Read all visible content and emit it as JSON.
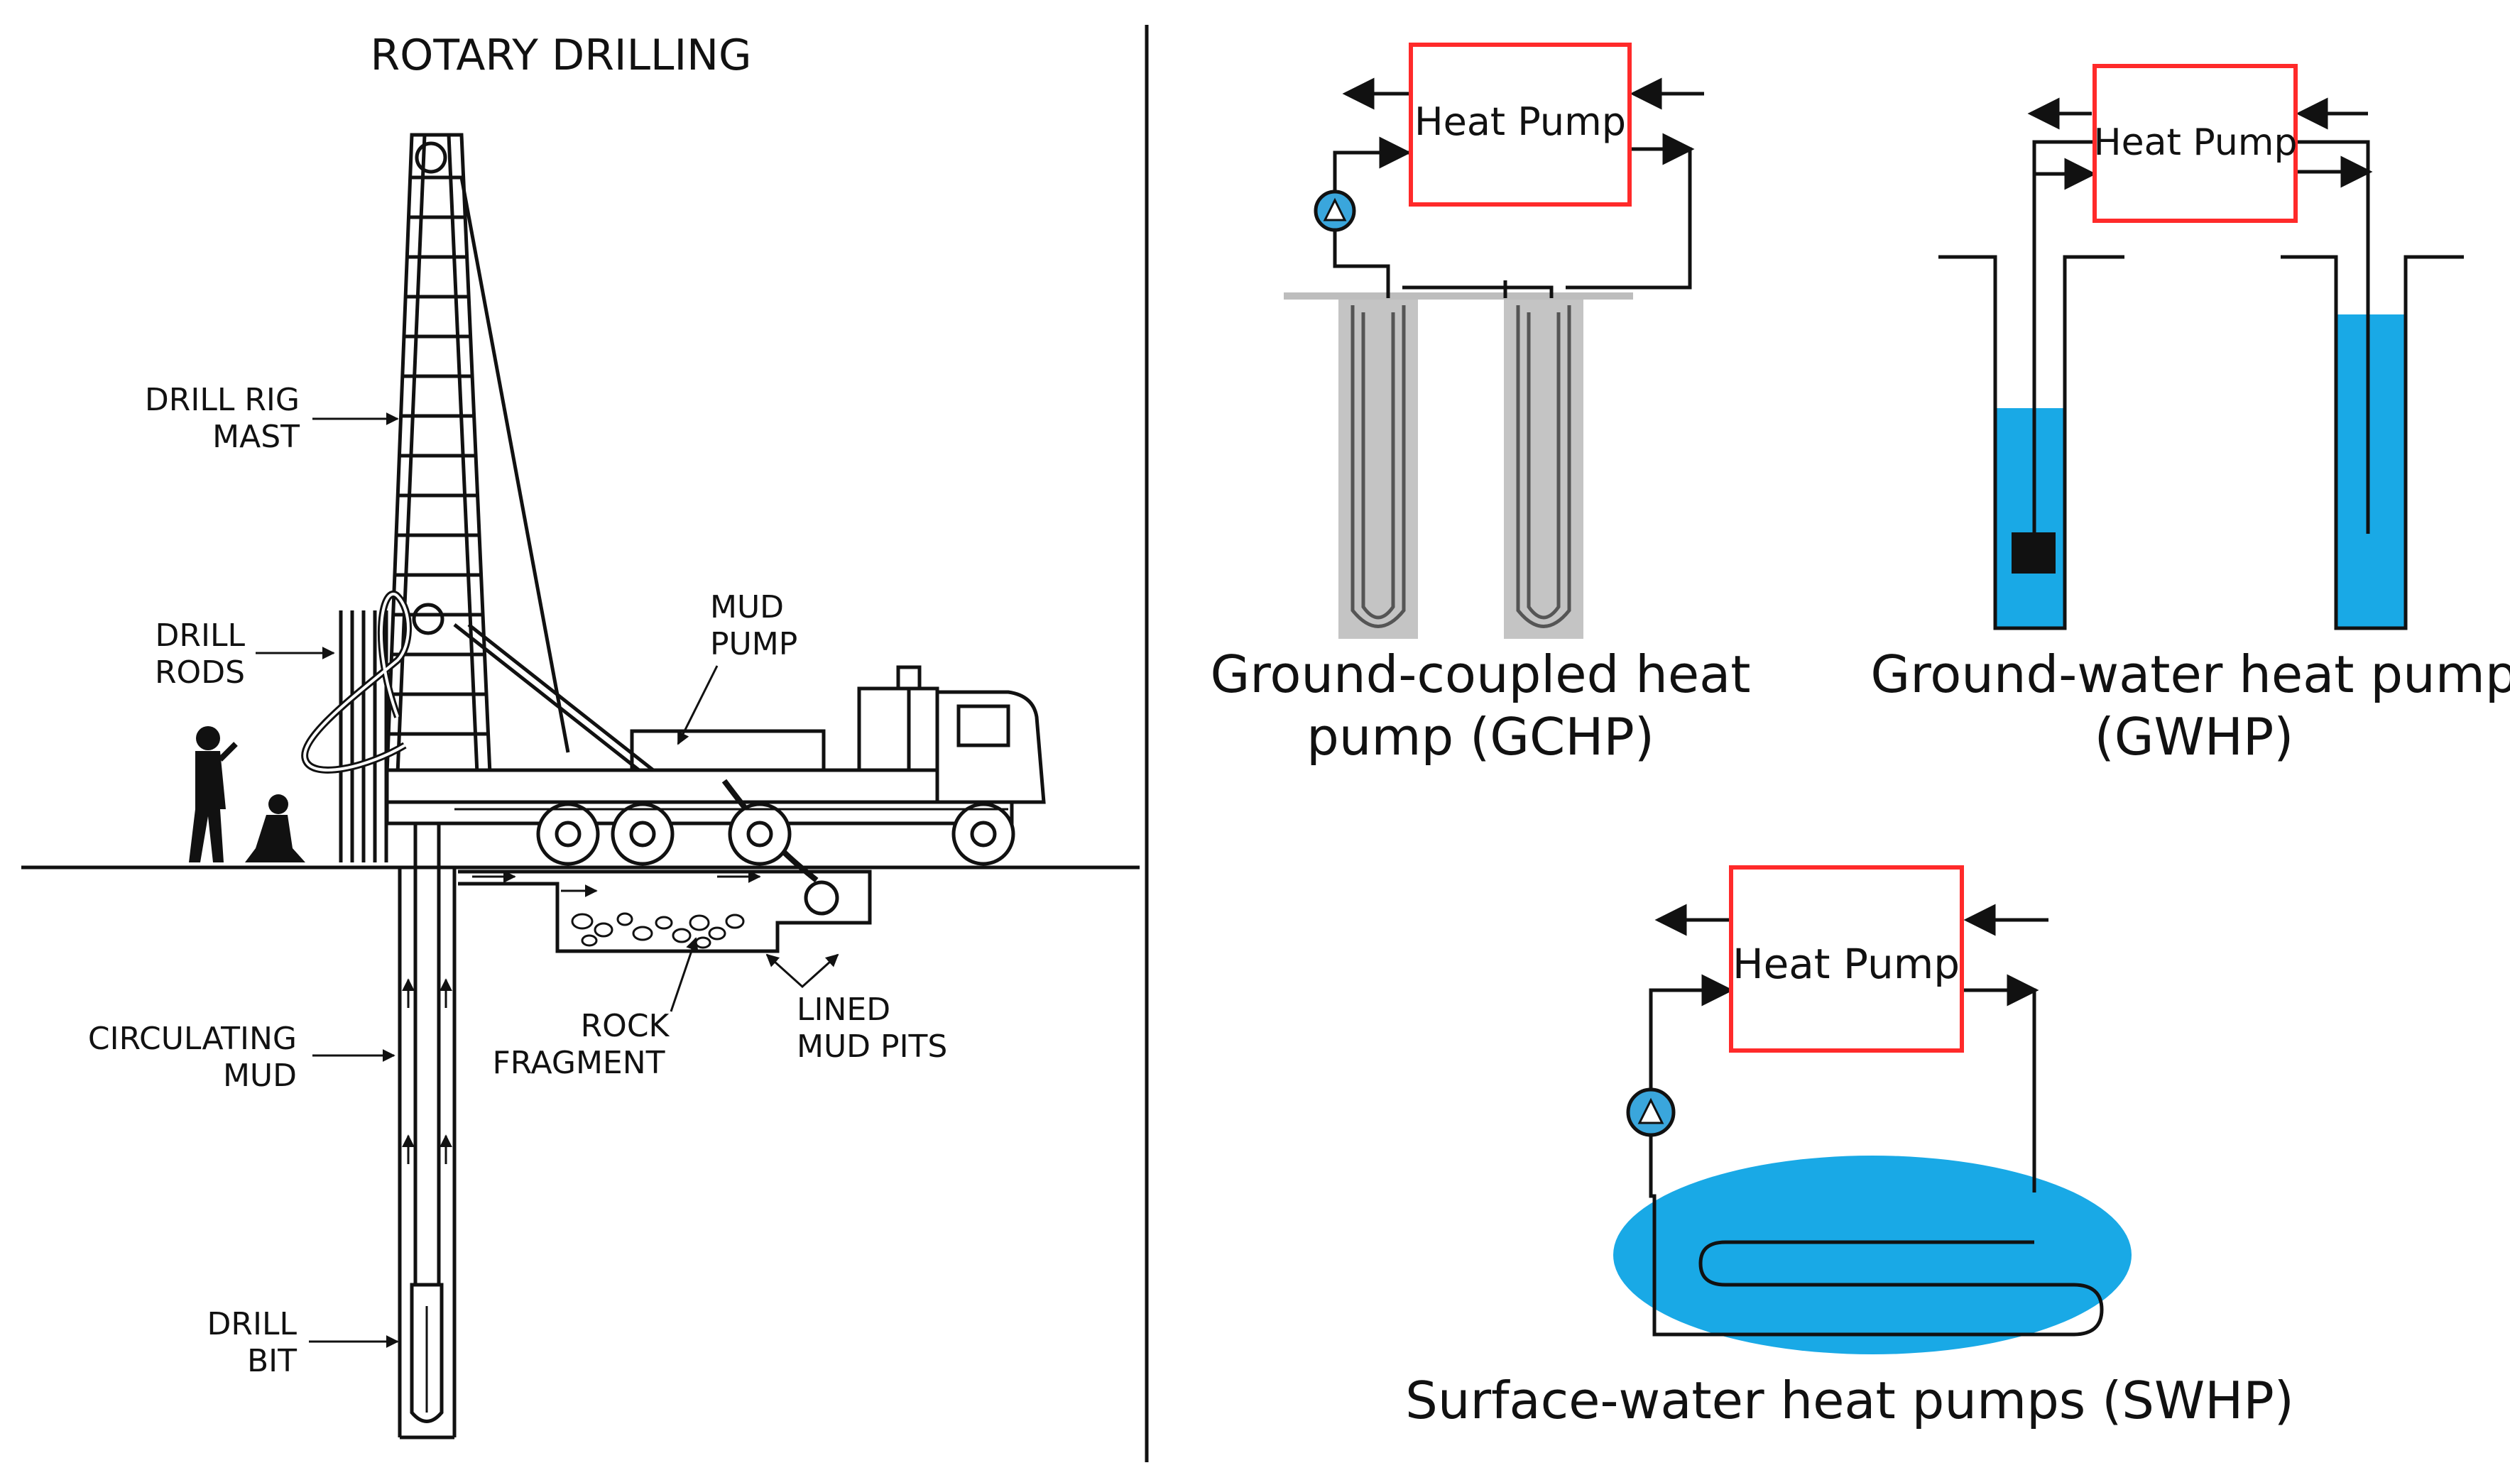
{
  "left_panel": {
    "title": "ROTARY DRILLING",
    "labels": {
      "mast_line1": "DRILL RIG",
      "mast_line2": "MAST",
      "rods_line1": "DRILL",
      "rods_line2": "RODS",
      "mud_pump_line1": "MUD",
      "mud_pump_line2": "PUMP",
      "circ_line1": "CIRCULATING",
      "circ_line2": "MUD",
      "rock_line1": "ROCK",
      "rock_line2": "FRAGMENT",
      "pits_line1": "LINED",
      "pits_line2": "MUD PITS",
      "bit_line1": "DRILL",
      "bit_line2": "BIT"
    }
  },
  "right_panel": {
    "gchp": {
      "box_label": "Heat Pump",
      "caption_line1": "Ground-coupled heat",
      "caption_line2": "pump (GCHP)"
    },
    "gwhp": {
      "box_label": "Heat Pump",
      "caption_line1": "Ground-water heat pump",
      "caption_line2": "(GWHP)"
    },
    "swhp": {
      "box_label": "Heat Pump",
      "caption": "Surface-water heat pumps (SWHP)"
    }
  },
  "colors": {
    "heat_pump_border": "#ff2a2a",
    "water": "#19a9e6",
    "pump_icon": "#3aa6dc",
    "ground_fill": "#c4c4c4",
    "line": "#111111"
  }
}
